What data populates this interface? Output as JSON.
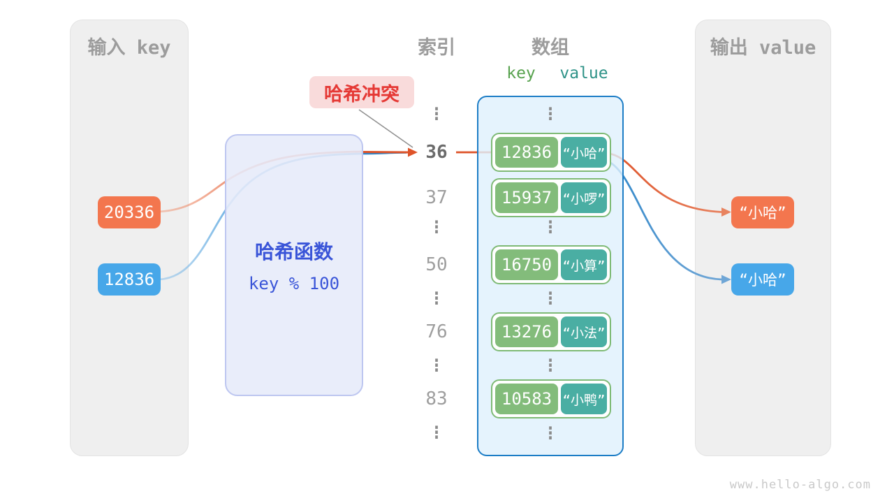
{
  "input_panel": {
    "title": "输入 key",
    "keys": [
      {
        "label": "20336"
      },
      {
        "label": "12836"
      }
    ]
  },
  "hash_function": {
    "name": "哈希函数",
    "formula": "key % 100"
  },
  "collision": {
    "label": "哈希冲突"
  },
  "index_column": {
    "title": "索引",
    "entries": [
      "⋮",
      "36",
      "37",
      "⋮",
      "50",
      "⋮",
      "76",
      "⋮",
      "83",
      "⋮"
    ],
    "highlighted_entry": "36"
  },
  "array_column": {
    "title": "数组",
    "key_header": "key",
    "value_header": "value",
    "ellipsis": "⋮",
    "rows": [
      {
        "key": "12836",
        "value": "“小哈”"
      },
      {
        "key": "15937",
        "value": "“小啰”"
      },
      {
        "key": "16750",
        "value": "“小算”"
      },
      {
        "key": "13276",
        "value": "“小法”"
      },
      {
        "key": "10583",
        "value": "“小鸭”"
      }
    ]
  },
  "output_panel": {
    "title": "输出 value",
    "values": [
      {
        "label": "“小哈”"
      },
      {
        "label": "“小哈”"
      }
    ]
  },
  "watermark": "www.hello-algo.com",
  "colors": {
    "chip_orange": "#f3764e",
    "chip_blue": "#47a7e9",
    "key_green": "#83bc7b",
    "value_teal": "#4aaea3",
    "array_border_blue": "#1c7dc6",
    "hash_text_blue": "#3a55d8",
    "collision_red": "#e53935",
    "arrow_orange": "#de5329",
    "arrow_blue": "#2e86c9",
    "panel_gray": "#efefef"
  }
}
